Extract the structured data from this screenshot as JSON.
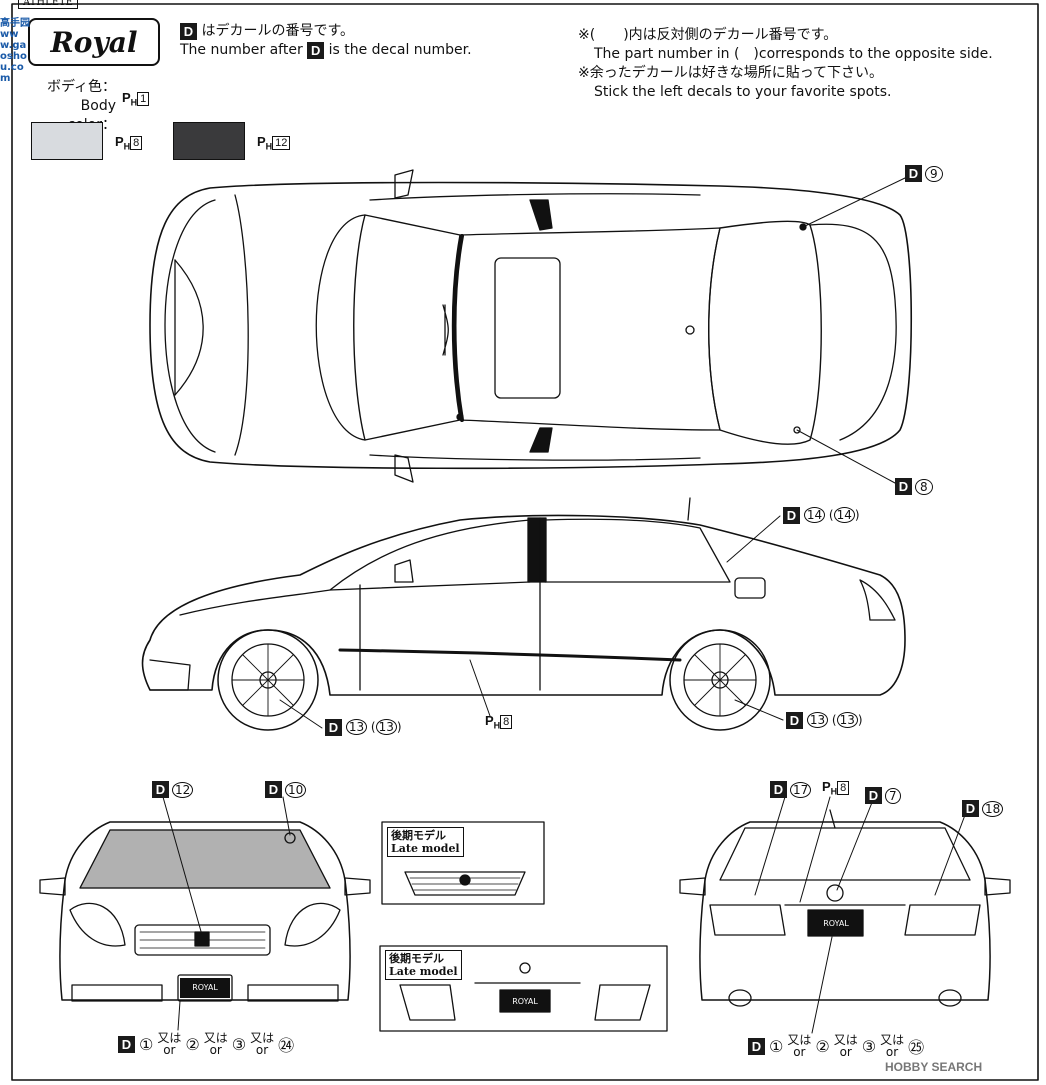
{
  "brand": {
    "logo_text": "Royal",
    "logo_tag": "ATHLETE",
    "watermark": "高手园 www.gaoshou.com",
    "hobby_search": "HOBBY SEARCH"
  },
  "header": {
    "d_jp": "はデカールの番号です。",
    "d_en_before": "The number after",
    "d_en_after": "is the decal number.",
    "note1_jp": "※(　　)内は反対側のデカール番号です。",
    "note1_en": "The part number in (　)corresponds to the opposite side.",
    "note2_jp": "※余ったデカールは好きな場所に貼って下さい。",
    "note2_en": "Stick the left decals to your favorite spots."
  },
  "body_color": {
    "label_jp": "ボディ色：",
    "label_en": "Body color：",
    "main_part": "1",
    "swatch1_part": "8",
    "swatch2_part": "12",
    "swatch1_color": "#d8dbdf",
    "swatch2_color": "#3a3a3c"
  },
  "callouts": {
    "top_d9": "9",
    "top_d8": "8",
    "side_d14": "14",
    "side_d14_opp": "14",
    "side_d13_front": "13",
    "side_d13_front_opp": "13",
    "side_d13_rear": "13",
    "side_d13_rear_opp": "13",
    "side_ph8": "8",
    "front_d12": "12",
    "front_d10": "10",
    "rear_d17": "17",
    "rear_ph8": "8",
    "rear_d7": "7",
    "rear_d18": "18"
  },
  "late_model": {
    "label_jp": "後期モデル",
    "label_en": "Late model"
  },
  "plates": {
    "front": "ROYAL",
    "rear": "ROYAL",
    "late_rear": "ROYAL"
  },
  "front_bottom": {
    "n1": "①",
    "n2": "②",
    "n3": "③",
    "n4": "㉔",
    "or_jp": "又は",
    "or_en": "or"
  },
  "rear_bottom": {
    "n1": "①",
    "n2": "②",
    "n3": "③",
    "n4": "㉕",
    "or_jp": "又は",
    "or_en": "or"
  }
}
